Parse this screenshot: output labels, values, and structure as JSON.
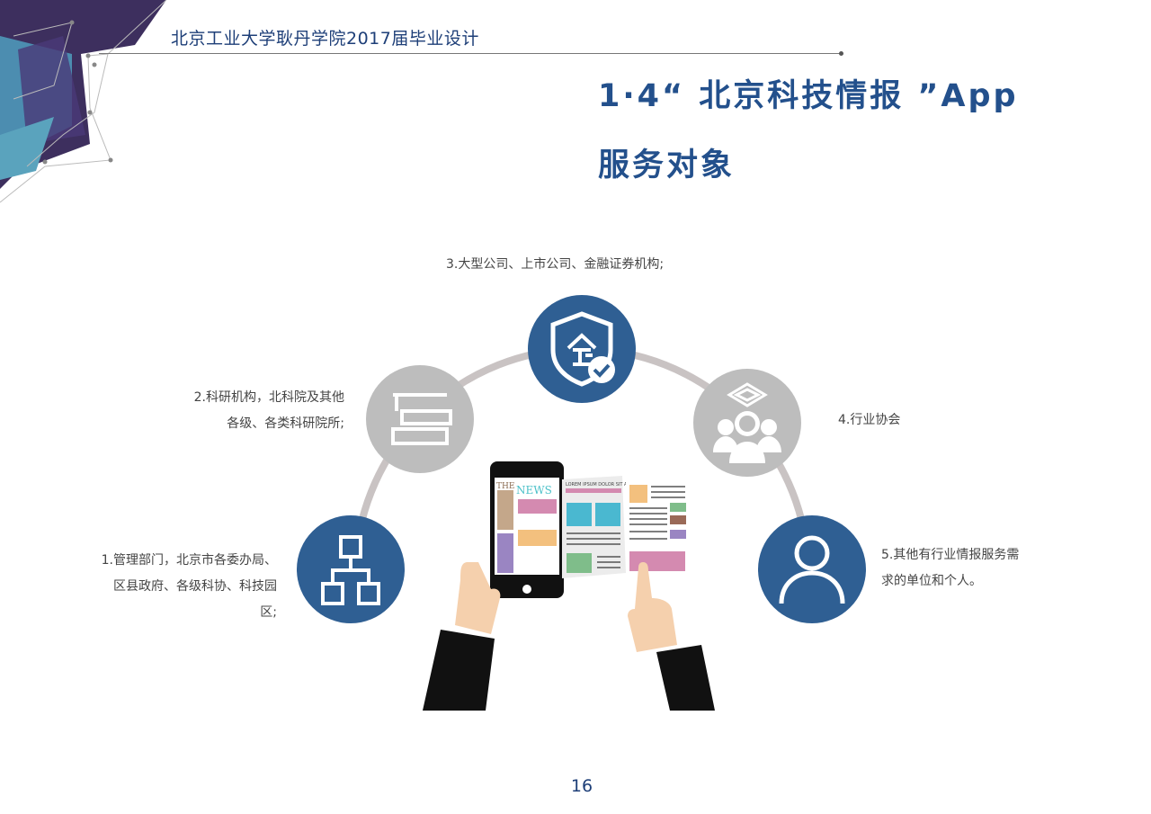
{
  "header": {
    "text": "北京工业大学耿丹学院2017届毕业设计"
  },
  "title": {
    "line1": "1·4“ 北京科技情报 ”App",
    "line2": "服务对象"
  },
  "items": [
    {
      "label": "1.管理部门，北京市各委办局、\n区县政府、各级科协、科技园\n区;",
      "icon": "org-chart-icon",
      "color": "#2f5f93"
    },
    {
      "label": "2.科研机构，北科院及其他\n各级、各类科研院所;",
      "icon": "graduation-books-icon",
      "color": "#bdbdbd"
    },
    {
      "label": "3.大型公司、上市公司、金融证券机构;",
      "icon": "shield-enterprise-check-icon",
      "color": "#2f5f93"
    },
    {
      "label": "4.行业协会",
      "icon": "people-group-icon",
      "color": "#bdbdbd"
    },
    {
      "label": "5.其他有行业情报服务需\n求的单位和个人。",
      "icon": "user-icon",
      "color": "#2f5f93"
    }
  ],
  "illustration": {
    "masthead_the": "THE",
    "masthead_news": "NEWS",
    "headline": "LOREM IPSUM DOLOR SIT AMET"
  },
  "page_number": "16"
}
